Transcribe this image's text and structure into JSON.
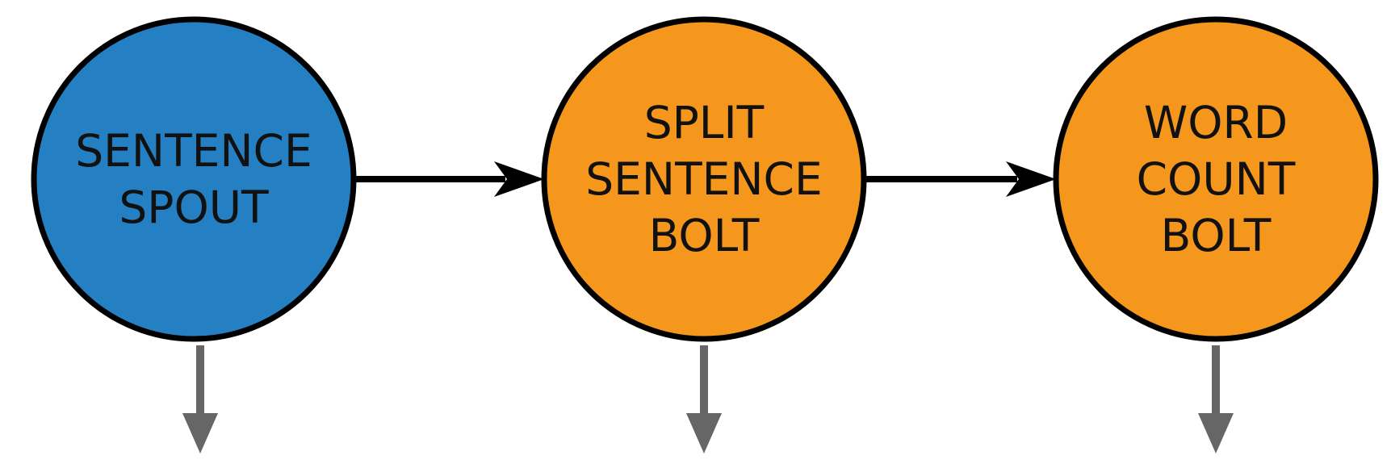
{
  "nodes": [
    {
      "id": "sentence-spout",
      "type": "spout",
      "lines": [
        "SENTENCE",
        "SPOUT"
      ],
      "fill": "#2580c3"
    },
    {
      "id": "split-sentence-bolt",
      "type": "bolt",
      "lines": [
        "SPLIT",
        "SENTENCE",
        "BOLT"
      ],
      "fill": "#f5961d"
    },
    {
      "id": "word-count-bolt",
      "type": "bolt",
      "lines": [
        "WORD",
        "COUNT",
        "BOLT"
      ],
      "fill": "#f5961d"
    }
  ],
  "edges": [
    {
      "from": "sentence-spout",
      "to": "split-sentence-bolt",
      "color": "#000000"
    },
    {
      "from": "split-sentence-bolt",
      "to": "word-count-bolt",
      "color": "#000000"
    }
  ],
  "outputs": [
    {
      "from": "sentence-spout",
      "color": "#666666"
    },
    {
      "from": "split-sentence-bolt",
      "color": "#666666"
    },
    {
      "from": "word-count-bolt",
      "color": "#666666"
    }
  ],
  "colors": {
    "outline": "#000000",
    "background": "#ffffff"
  }
}
